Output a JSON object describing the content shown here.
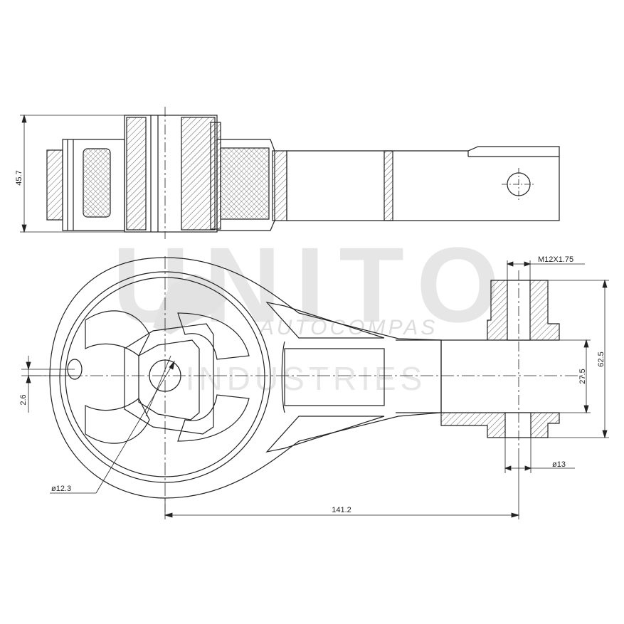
{
  "dimensions": {
    "height_side": "45.7",
    "thread": "M12X1.75",
    "height_right": "62.5",
    "inner_right": "27.5",
    "offset_left": "2.6",
    "bore_diameter": "ø12.3",
    "hole_diameter": "ø13",
    "length": "141.2"
  },
  "watermark": {
    "brand": "UNITO",
    "line1": "AUTOCOMPAS",
    "line2": "INDUSTRIES"
  },
  "colors": {
    "line": "#222222",
    "hatch": "#333333",
    "watermark": "#e4e4e4"
  }
}
